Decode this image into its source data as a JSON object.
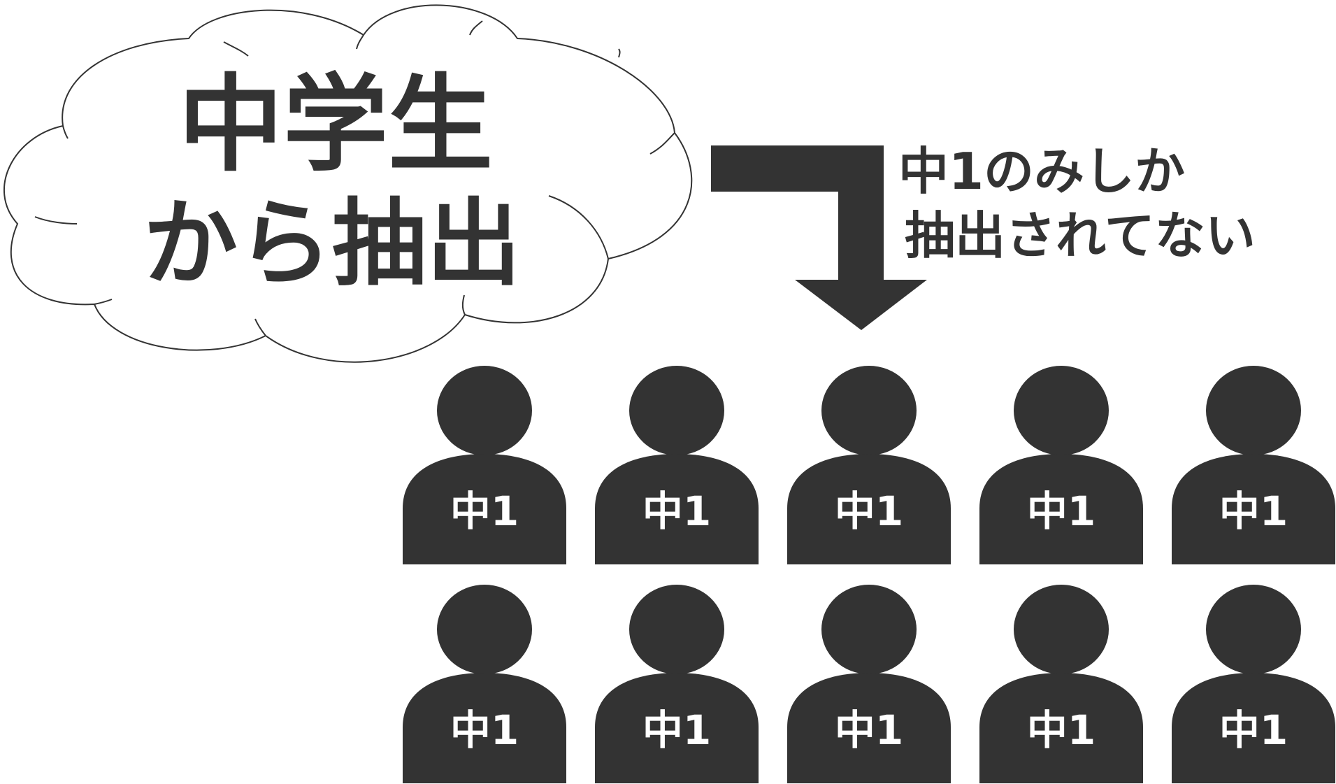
{
  "colors": {
    "figure": "#333333",
    "background": "#ffffff",
    "cloud_stroke": "#333333",
    "label_text": "#ffffff"
  },
  "cloud": {
    "line1": "中学生",
    "line2": "から抽出"
  },
  "note": {
    "line1": "中1のみしか",
    "line2": "抽出されてない"
  },
  "icons": {
    "arrow": "bent-arrow-down-icon",
    "person": "person-icon"
  },
  "people": [
    {
      "label": "中1"
    },
    {
      "label": "中1"
    },
    {
      "label": "中1"
    },
    {
      "label": "中1"
    },
    {
      "label": "中1"
    },
    {
      "label": "中1"
    },
    {
      "label": "中1"
    },
    {
      "label": "中1"
    },
    {
      "label": "中1"
    },
    {
      "label": "中1"
    }
  ]
}
